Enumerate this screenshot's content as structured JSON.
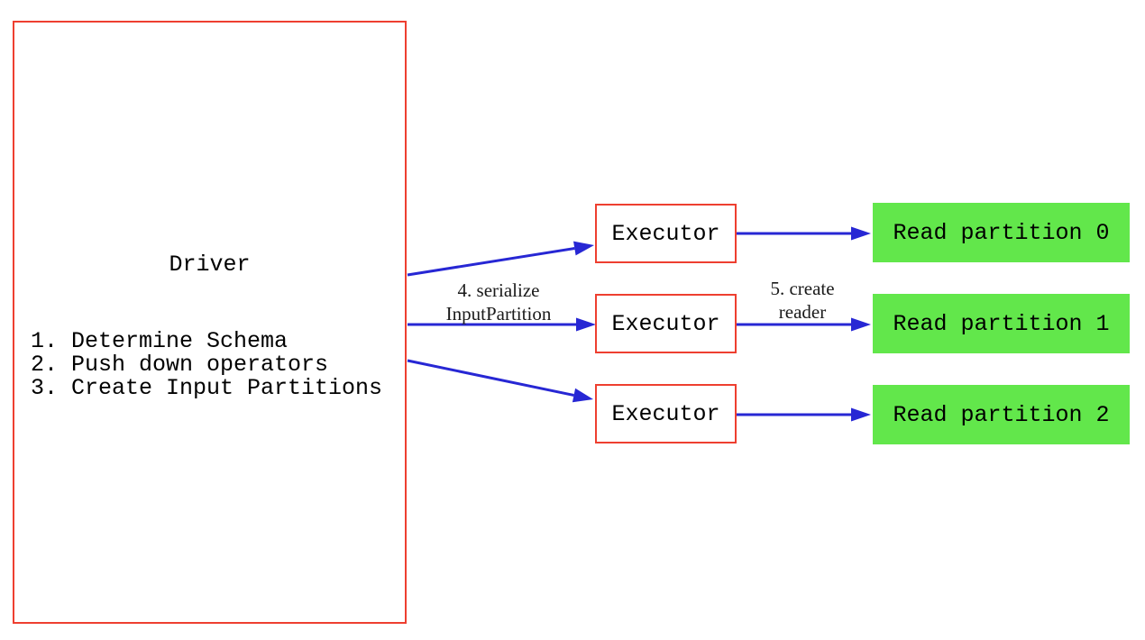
{
  "colors": {
    "background": "#ffffff",
    "box_border_red": "#ee3f30",
    "arrow_blue": "#2727d4",
    "partition_green": "#62e74b",
    "text": "#000000"
  },
  "driver": {
    "title": "Driver",
    "steps": [
      "1. Determine Schema",
      "2. Push down operators",
      "3. Create Input Partitions"
    ]
  },
  "executors": [
    {
      "label": "Executor"
    },
    {
      "label": "Executor"
    },
    {
      "label": "Executor"
    }
  ],
  "partitions": [
    {
      "label": "Read partition 0"
    },
    {
      "label": "Read partition 1"
    },
    {
      "label": "Read partition 2"
    }
  ],
  "edge_labels": {
    "serialize": "4. serialize\nInputPartition",
    "create_reader": "5. create\nreader"
  }
}
